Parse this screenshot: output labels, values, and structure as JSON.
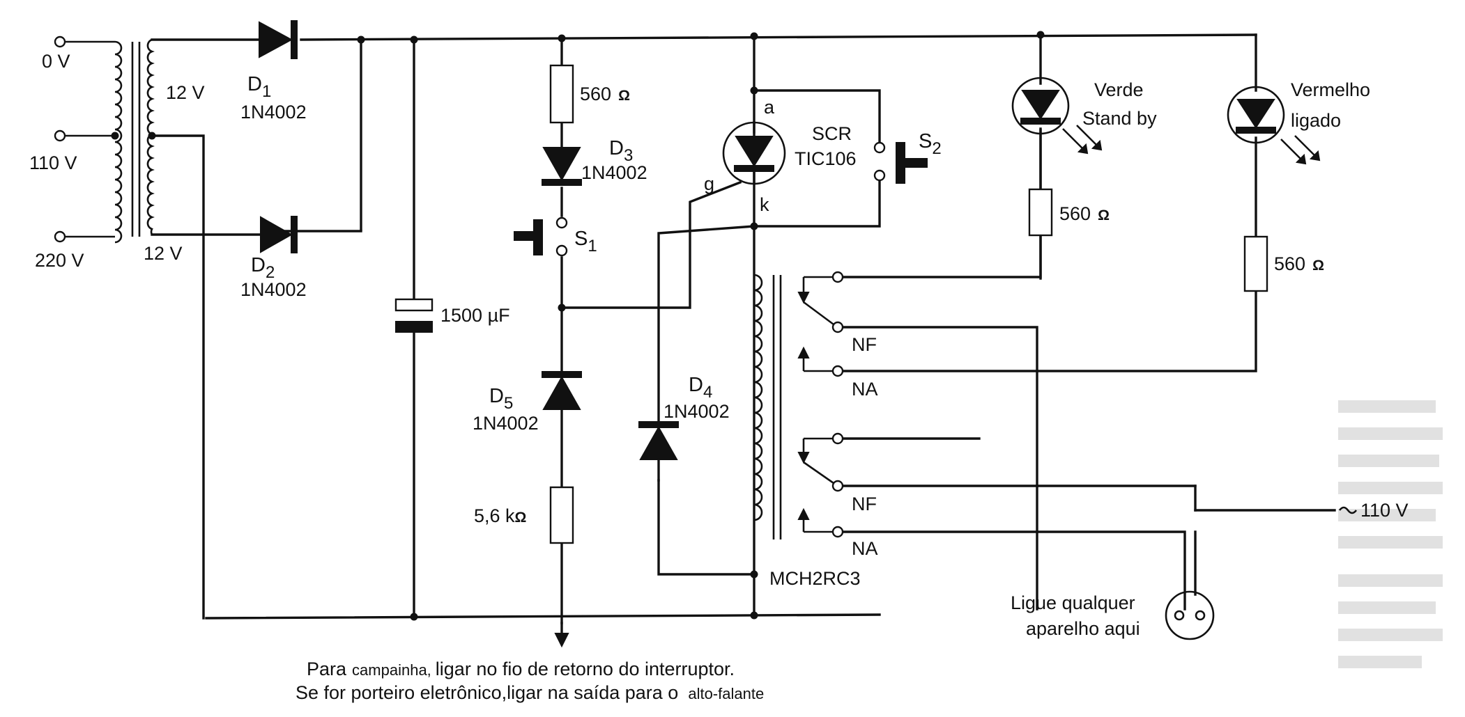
{
  "diagram": {
    "primary": {
      "taps": [
        "0 V",
        "110 V",
        "220 V"
      ],
      "secondary_upper": "12 V",
      "secondary_lower": "12 V"
    },
    "components": {
      "d1": {
        "ref_main": "D",
        "ref_sub": "1",
        "part": "1N4002"
      },
      "d2": {
        "ref_main": "D",
        "ref_sub": "2",
        "part": "1N4002"
      },
      "d3": {
        "ref_main": "D",
        "ref_sub": "3",
        "part": "1N4002"
      },
      "d4": {
        "ref_main": "D",
        "ref_sub": "4",
        "part": "1N4002"
      },
      "d5": {
        "ref_main": "D",
        "ref_sub": "5",
        "part": "1N4002"
      },
      "capacitor": "1500 µF",
      "r_gate": {
        "value": "560",
        "unit": "Ω"
      },
      "r_bottom": {
        "value": "5,6 k",
        "unit": "Ω"
      },
      "r_green": {
        "value": "560",
        "unit": "Ω"
      },
      "r_red": {
        "value": "560",
        "unit": "Ω"
      },
      "s1": {
        "ref_main": "S",
        "ref_sub": "1"
      },
      "s2": {
        "ref_main": "S",
        "ref_sub": "2"
      },
      "scr": {
        "type": "SCR",
        "part": "TIC106",
        "anode": "a",
        "gate": "g",
        "cathode": "k"
      },
      "relay": {
        "part": "MCH2RC3",
        "contact_nc": "NF",
        "contact_no": "NA"
      },
      "led_green": {
        "color_label": "Verde",
        "state_label": "Stand by"
      },
      "led_red": {
        "color_label": "Vermelho",
        "state_label": "ligado"
      },
      "mains": "110 V",
      "outlet": {
        "line1": "Ligue qualquer",
        "line2": "aparelho aqui"
      }
    },
    "notes": {
      "line1_a": "Para",
      "line1_b": "campainha,",
      "line1_c": "ligar no fio de retorno do interruptor.",
      "line2_a": "Se for porteiro eletrônico,ligar na saída para o",
      "line2_b": "alto-falante"
    }
  }
}
